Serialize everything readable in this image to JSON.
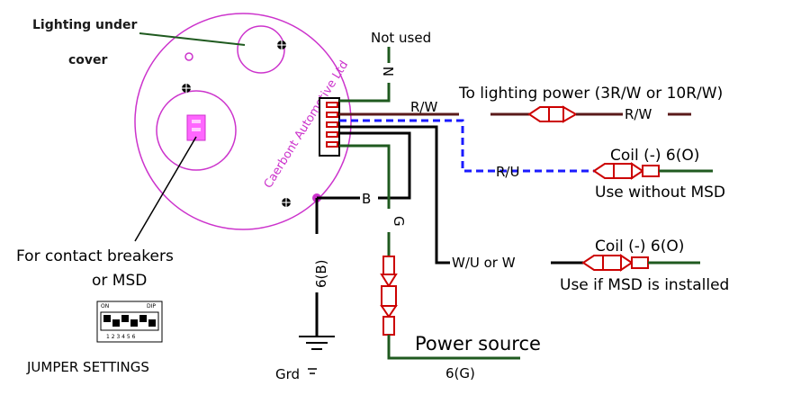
{
  "diagram": {
    "lighting_label_line1": "Lighting under",
    "lighting_label_line2": "cover",
    "not_used": "Not used",
    "n_label": "N",
    "rw_label": "R/W",
    "to_lighting_power": "To lighting power (3R/W or 10R/W)",
    "rw_label_right": "R/W",
    "ru_label": "R/U",
    "coil_top": "Coil (-) 6(O)",
    "use_without_msd": "Use without MSD",
    "b_label": "B",
    "g_label": "G",
    "six_b_label": "6(B)",
    "wu_label": "W/U or W",
    "coil_bottom": "Coil (-) 6(O)",
    "use_if_msd": "Use if MSD is installed",
    "contact_breakers_line1": "For contact breakers",
    "contact_breakers_line2": "or MSD",
    "jumper_settings": "JUMPER SETTINGS",
    "jumper_on": "ON",
    "jumper_dip": "DIP",
    "jumper_numbers": "1 2 3 4 5 6",
    "power_source": "Power source",
    "six_g_label": "6(G)",
    "grd_label": "Grd",
    "brand_text": "Caerbont Automotive Ltd"
  },
  "colors": {
    "magenta": "#cc33cc",
    "dark_green": "#1f5a1f",
    "dark_red": "#5a1a1a",
    "blue_dashed": "#1a1aff",
    "connector_red": "#cc0000"
  }
}
